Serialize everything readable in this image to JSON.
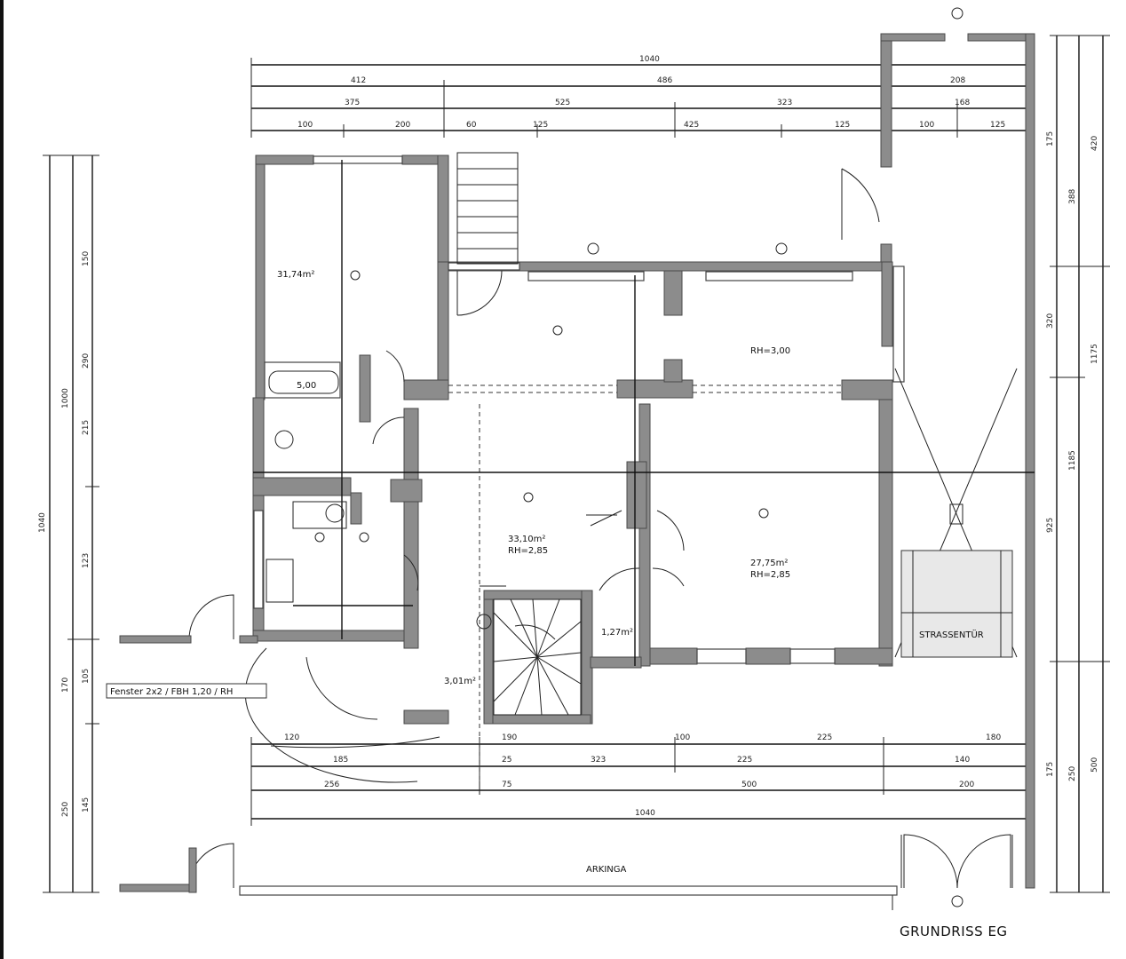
{
  "title": "GRUNDRISS EG",
  "street_label": "ARKINGA",
  "rooms": {
    "room_a": {
      "area": "31,74m²"
    },
    "room_b": {
      "area": "33,10m²",
      "height": "RH=2,85"
    },
    "room_c": {
      "area": "27,75m²",
      "height": "RH=2,85"
    },
    "room_d": {
      "height": "RH=3,00"
    },
    "stair_area": {
      "area": "3,01m²"
    },
    "wc": {
      "area": "1,27m²"
    },
    "terrace": {
      "label": "STRASSENTÜR"
    },
    "bath_tub": {
      "label": "5,00"
    }
  },
  "notes": {
    "left_box": "Fenster 2x2 / FBH 1,20 / RH"
  }
}
